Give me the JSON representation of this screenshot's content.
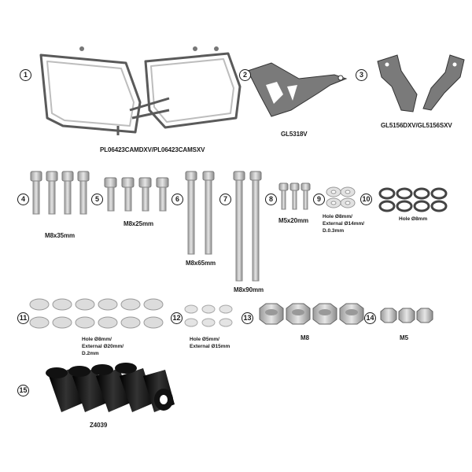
{
  "items": [
    {
      "num": "1",
      "label": "PL06423CAMDXV/PL06423CAMSXV"
    },
    {
      "num": "2",
      "label": "GL5318V"
    },
    {
      "num": "3",
      "label": "GL5156DXV/GL5156SXV"
    },
    {
      "num": "4",
      "label": "M8x35mm"
    },
    {
      "num": "5",
      "label": "M8x25mm"
    },
    {
      "num": "6",
      "label": "M8x65mm"
    },
    {
      "num": "7",
      "label": "M8x90mm"
    },
    {
      "num": "8",
      "label": "M5x20mm"
    },
    {
      "num": "9",
      "label_lines": [
        "Hole Ø8mm/",
        "External Ø14mm/",
        "D.0.3mm"
      ]
    },
    {
      "num": "10",
      "label": "Hole Ø8mm"
    },
    {
      "num": "11",
      "label_lines": [
        "Hole Ø8mm/",
        "External Ø20mm/",
        "D.2mm"
      ]
    },
    {
      "num": "12",
      "label_lines": [
        "Hole Ø5mm/",
        "External Ø15mm"
      ]
    },
    {
      "num": "13",
      "label": "M8"
    },
    {
      "num": "14",
      "label": "M5"
    },
    {
      "num": "15",
      "label": "Z4039"
    }
  ],
  "colors": {
    "ink": "#1a1a1a",
    "metal": "#c9c9c9",
    "metal_dark": "#8a8a8a",
    "rubber": "#111111"
  }
}
